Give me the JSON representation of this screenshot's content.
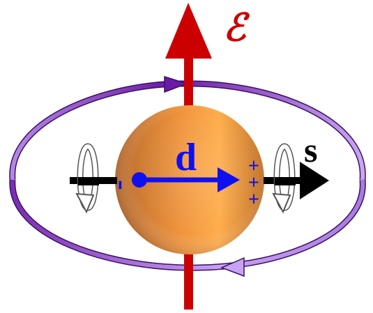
{
  "labels": {
    "field": "ℰ",
    "dipole": "d",
    "spin": "s",
    "negative": "-",
    "positive_1": "+",
    "positive_2": "+",
    "positive_3": "+"
  },
  "colors": {
    "field_arrow": "#cc0000",
    "dipole_arrow": "#1010ee",
    "spin_axis": "#000000",
    "sphere_light": "#ffab4a",
    "sphere_dark": "#b86a2a",
    "orbit_dark": "#7020a8",
    "orbit_light": "#c49af0"
  },
  "icons": [
    "rotation-arrow-icon",
    "rotation-arrow-icon"
  ]
}
